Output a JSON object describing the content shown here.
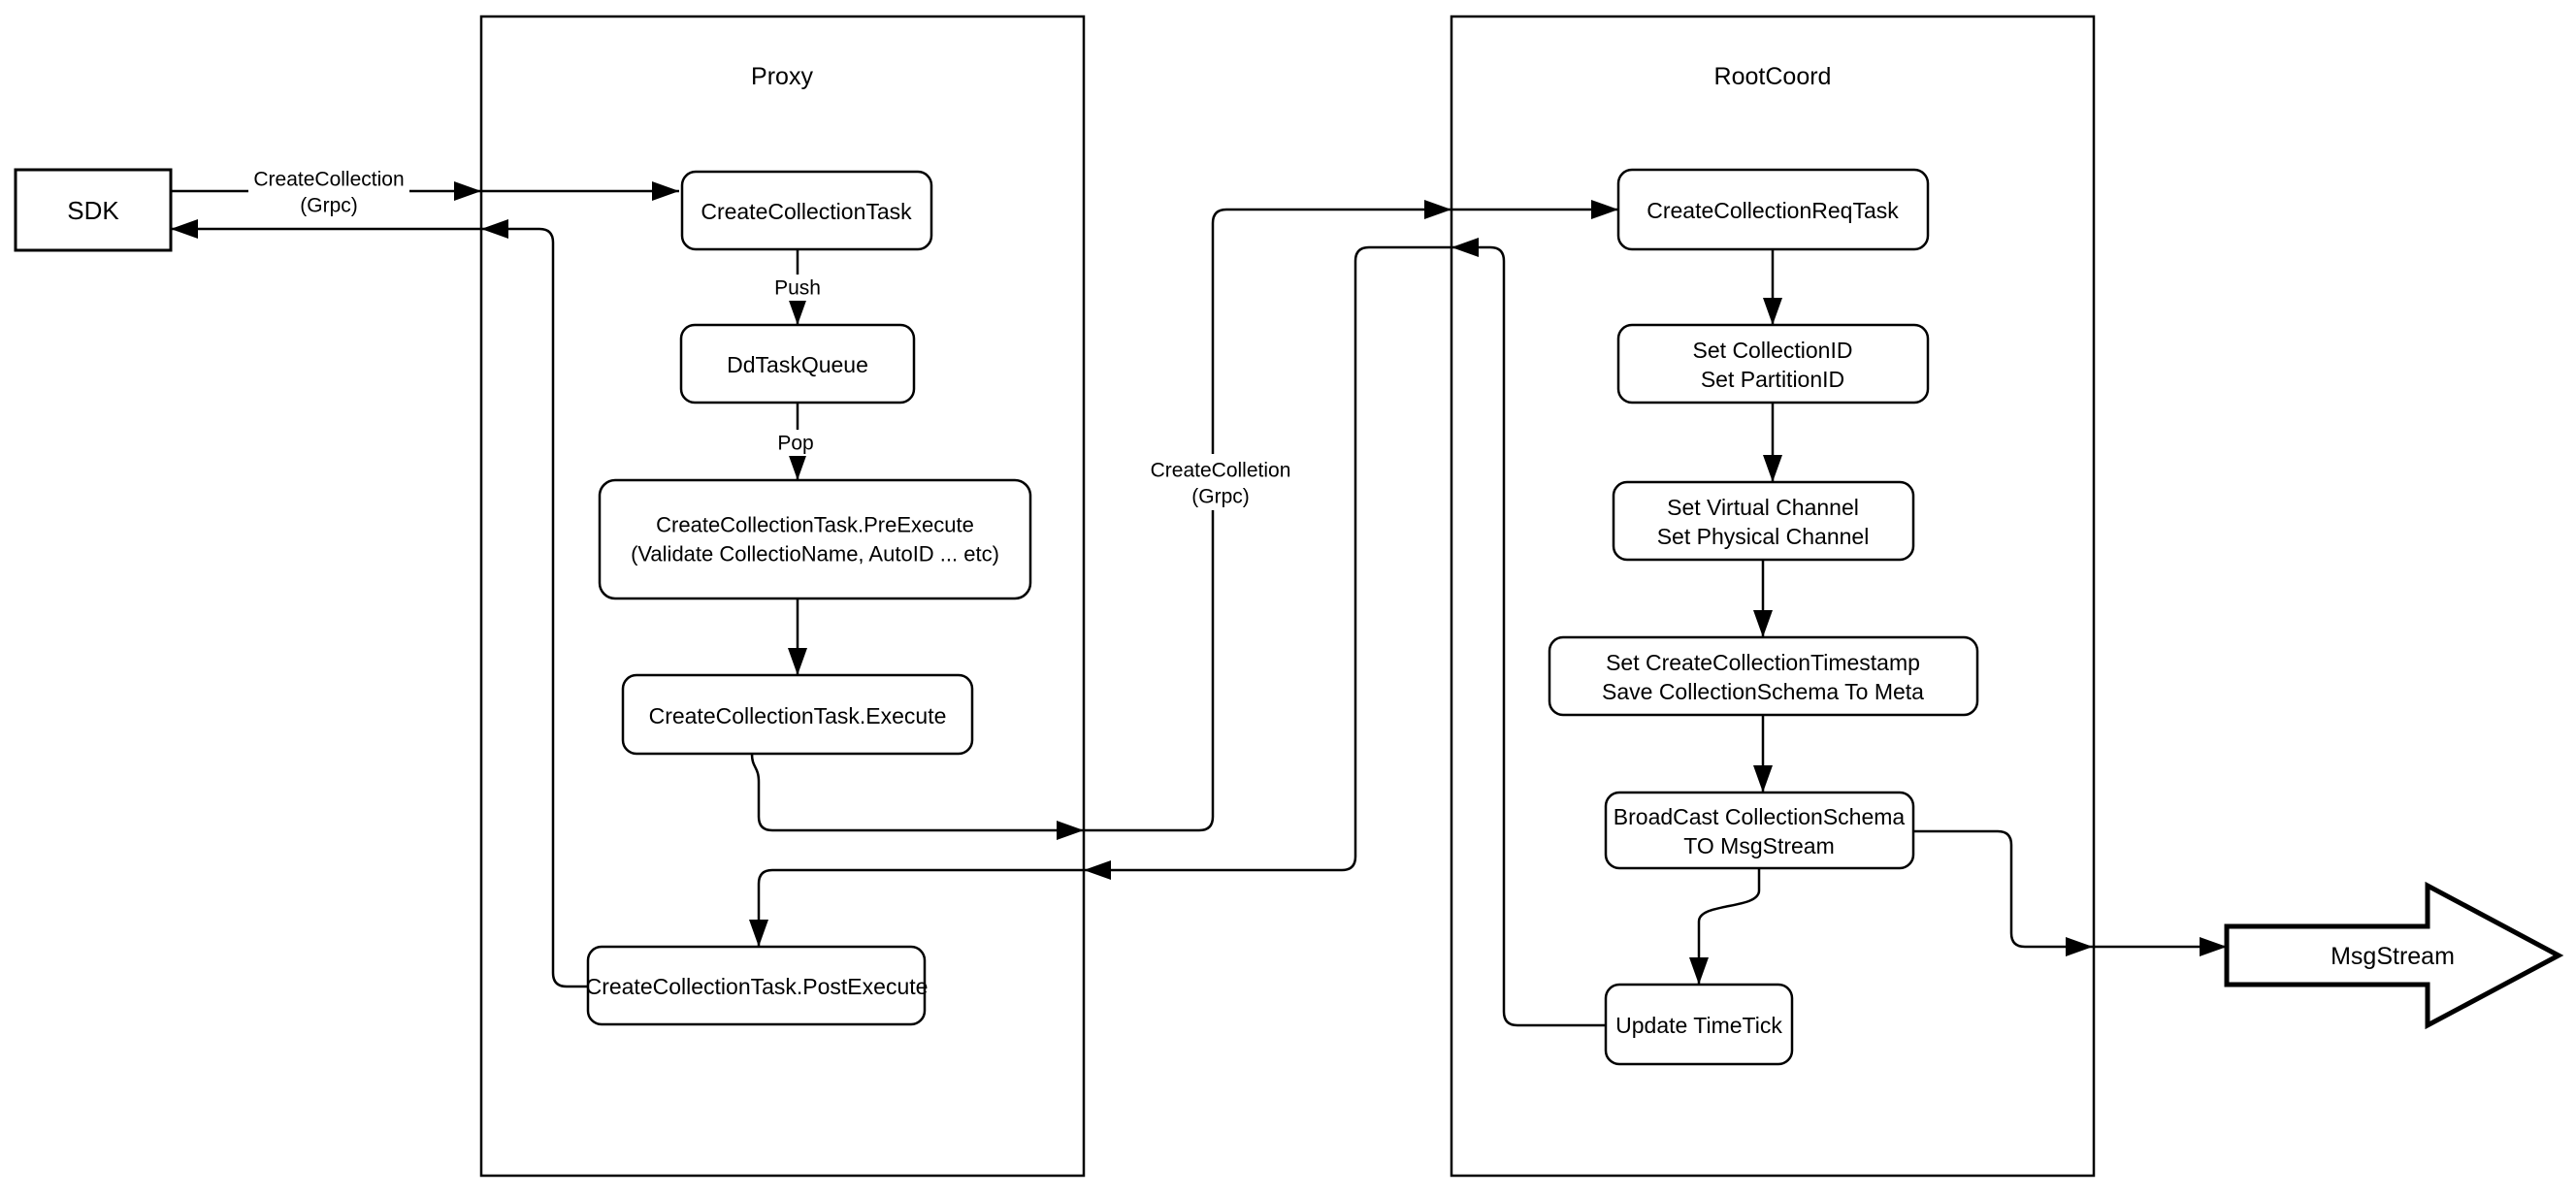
{
  "diagram": {
    "sdk": {
      "label": "SDK"
    },
    "proxy": {
      "title": "Proxy",
      "nodes": {
        "task": "CreateCollectionTask",
        "queue": "DdTaskQueue",
        "pre1": "CreateCollectionTask.PreExecute",
        "pre2": "(Validate CollectioName, AutoID ... etc)",
        "exec": "CreateCollectionTask.Execute",
        "post": "CreateCollectionTask.PostExecute"
      }
    },
    "rootcoord": {
      "title": "RootCoord",
      "nodes": {
        "req": "CreateCollectionReqTask",
        "ids1": "Set CollectionID",
        "ids2": "Set PartitionID",
        "ch1": "Set Virtual Channel",
        "ch2": "Set Physical Channel",
        "ts1": "Set CreateCollectionTimestamp",
        "ts2": "Save CollectionSchema To Meta",
        "bc1": "BroadCast CollectionSchema",
        "bc2": "TO MsgStream",
        "tick": "Update TimeTick"
      }
    },
    "msgstream": {
      "label": "MsgStream"
    },
    "edge_labels": {
      "cc1": "CreateCollection",
      "cc2": "(Grpc)",
      "ccr1": "CreateColletion",
      "ccr2": "(Grpc)",
      "push": "Push",
      "pop": "Pop"
    },
    "colors": {
      "stroke": "#000000",
      "background": "#ffffff"
    }
  }
}
